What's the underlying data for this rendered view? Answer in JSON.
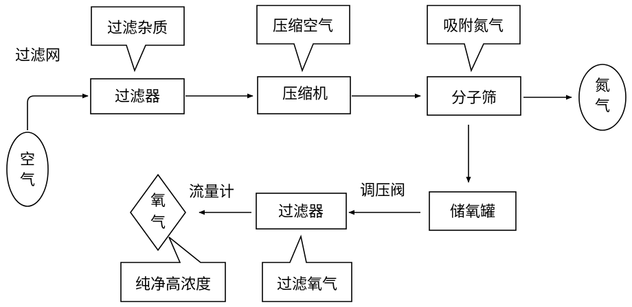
{
  "diagram": {
    "nodes": {
      "air": "空气",
      "filter_top": "过滤器",
      "compressor": "压缩机",
      "sieve": "分子筛",
      "nitrogen": "氮气",
      "oxygen_tank": "储氧罐",
      "filter_bottom": "过滤器",
      "oxygen": "氧气"
    },
    "callouts": {
      "filter_impurities": "过滤杂质",
      "compress_air": "压缩空气",
      "adsorb_nitrogen": "吸附氮气",
      "filter_oxygen": "过滤氧气",
      "pure_high_conc": "纯净高浓度"
    },
    "edge_labels": {
      "filter_mesh": "过滤网",
      "pressure_valve": "调压阀",
      "flow_meter": "流量计"
    },
    "edges": [
      [
        "air",
        "filter_top"
      ],
      [
        "filter_top",
        "compressor"
      ],
      [
        "compressor",
        "sieve"
      ],
      [
        "sieve",
        "nitrogen"
      ],
      [
        "sieve",
        "oxygen_tank"
      ],
      [
        "oxygen_tank",
        "filter_bottom"
      ],
      [
        "filter_bottom",
        "oxygen"
      ]
    ]
  }
}
